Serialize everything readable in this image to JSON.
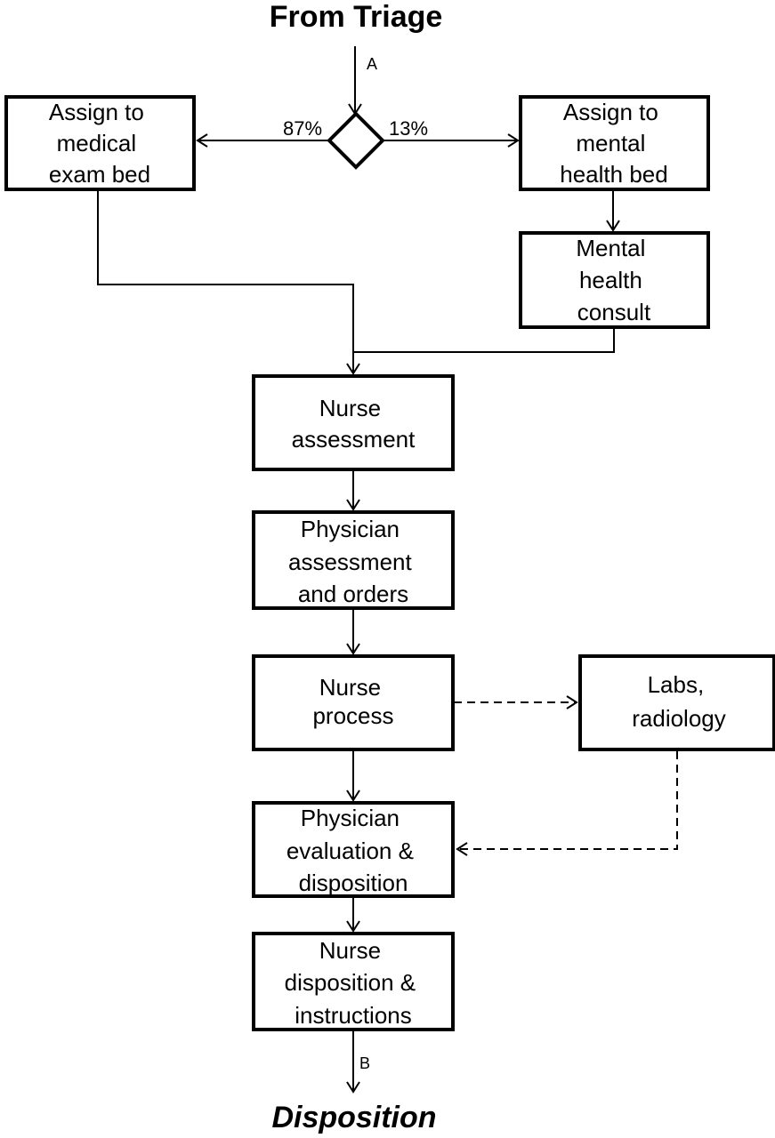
{
  "title_top": "From Triage",
  "title_bottom": "Disposition",
  "connector_a": "A",
  "connector_b": "B",
  "split_left_pct": "87%",
  "split_right_pct": "13%",
  "boxes": {
    "assign_medical": [
      "Assign to",
      "medical",
      "exam bed"
    ],
    "assign_mental": [
      "Assign to",
      "mental",
      "health bed"
    ],
    "mental_consult": [
      "Mental",
      "health",
      "consult"
    ],
    "nurse_assessment": [
      "Nurse",
      "assessment"
    ],
    "physician_assessment": [
      "Physician",
      "assessment",
      "and orders"
    ],
    "nurse_process": [
      "Nurse",
      "process"
    ],
    "labs": [
      "Labs,",
      "radiology"
    ],
    "physician_evaluation": [
      "Physician",
      "evaluation &",
      "disposition"
    ],
    "nurse_disposition": [
      "Nurse",
      "disposition &",
      "instructions"
    ]
  }
}
